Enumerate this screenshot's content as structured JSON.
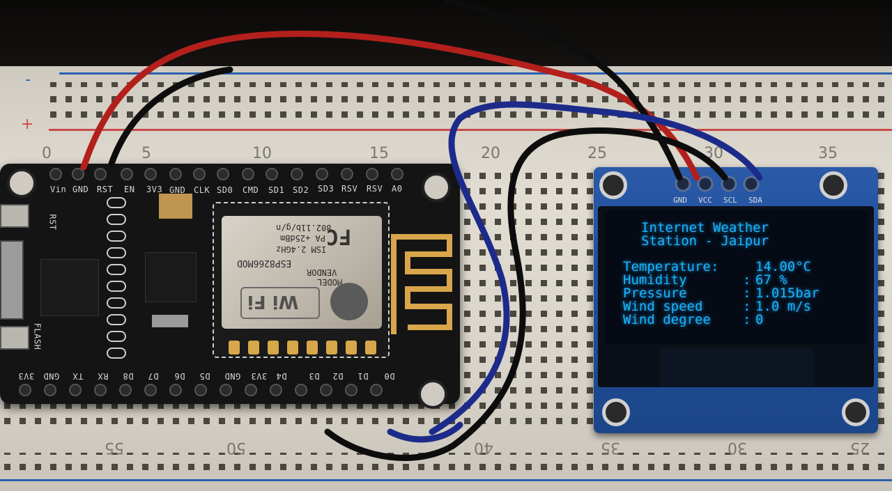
{
  "breadboard": {
    "top_numbers": [
      "0",
      "5",
      "10",
      "15",
      "20",
      "25",
      "30",
      "35"
    ],
    "bottom_numbers": [
      "55",
      "50",
      "40",
      "35",
      "30",
      "25"
    ],
    "rail_minus": "-",
    "rail_plus": "+"
  },
  "nodemcu": {
    "top_pins": [
      "Vin",
      "GND",
      "RST",
      "EN",
      "3V3",
      "GND",
      "CLK",
      "SD0",
      "CMD",
      "SD1",
      "SD2",
      "SD3",
      "RSV",
      "RSV",
      "A0"
    ],
    "bottom_pins": [
      "3V3",
      "GND",
      "TX",
      "RX",
      "D8",
      "D7",
      "D6",
      "D5",
      "GND",
      "3V3",
      "D4",
      "D3",
      "D2",
      "D1",
      "D0"
    ],
    "rst_label": "RST",
    "flash_label": "FLASH"
  },
  "esp_module": {
    "lines": [
      "802.11b/g/n",
      "PA +25dBm",
      "ISM 2.4GHz",
      "ESP8266MOD",
      "VENDOR",
      "MODEL"
    ],
    "fc_mark": "FC",
    "wifi_mark": "Wi Fi"
  },
  "oled": {
    "pin_labels": [
      "GND",
      "VCC",
      "SCL",
      "SDA"
    ],
    "title_line1": "Internet Weather",
    "title_line2": "Station - Jaipur",
    "rows": [
      {
        "label": "Temperature",
        "value": "14.00°C"
      },
      {
        "label": "Humidity   ",
        "value": "67 %"
      },
      {
        "label": "Pressure   ",
        "value": "1.015bar"
      },
      {
        "label": "Wind speed ",
        "value": "1.0 m/s"
      },
      {
        "label": "Wind degree",
        "value": "0"
      }
    ]
  },
  "colors": {
    "oled_text": "#16b6ff",
    "breadboard": "#ddd8cd",
    "board_pcb": "#141414",
    "oled_pcb": "#1f4f9c"
  }
}
